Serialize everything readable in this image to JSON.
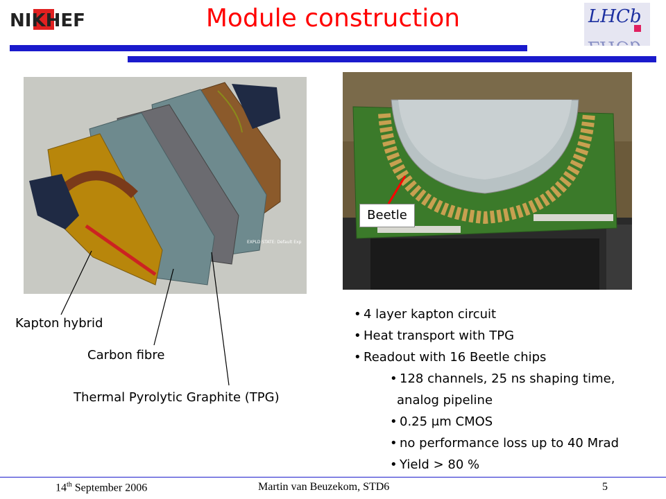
{
  "slide": {
    "title": "Module construction",
    "logos": {
      "left": "NIKHEF",
      "right_top": "LHCb",
      "right_bottom": "LHCb"
    },
    "image_text": "EXPLD STATE: Default Exp",
    "callouts": {
      "kapton_hybrid": "Kapton hybrid",
      "carbon_fibre": "Carbon fibre",
      "tpg": "Thermal Pyrolytic Graphite (TPG)",
      "beetle": "Beetle"
    },
    "bullets": [
      "4 layer kapton circuit",
      "Heat transport with TPG",
      "Readout with 16 Beetle chips"
    ],
    "sub_bullets": {
      "b1_line1": "128 channels, 25 ns shaping time,",
      "b1_line2": "analog pipeline",
      "b2": "0.25 μm CMOS",
      "b3": "no performance loss up to 40 Mrad",
      "b4": "Yield > 80 %"
    },
    "footer": {
      "date_day": "14",
      "date_sup": "th",
      "date_rest": " September 2006",
      "author": "Martin van Beuzekom, STD6",
      "page": "5"
    }
  }
}
